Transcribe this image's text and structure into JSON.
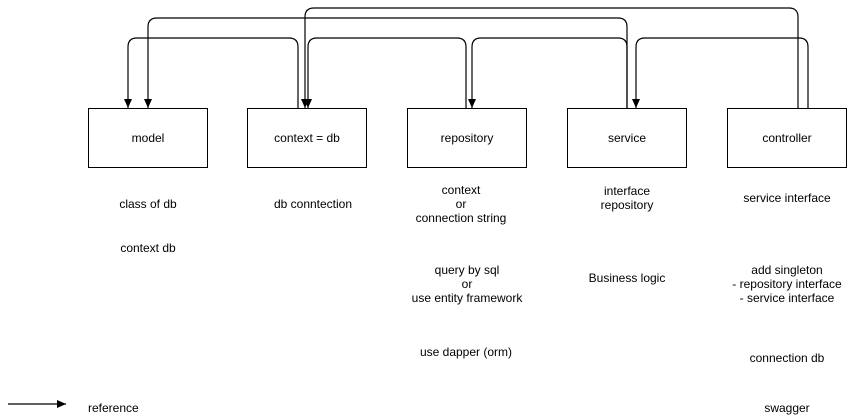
{
  "boxes": {
    "model": "model",
    "context": "context = db",
    "repository": "repository",
    "service": "service",
    "controller": "controller"
  },
  "notes": {
    "model": [
      "class of db",
      "context db"
    ],
    "context": [
      "db conntection"
    ],
    "repository": {
      "group1": [
        "context",
        "or",
        "connection string"
      ],
      "group2": [
        "query by sql",
        "or",
        "use entity framework"
      ],
      "group3": [
        "use dapper (orm)"
      ]
    },
    "service": {
      "group1": [
        "interface",
        "repository"
      ],
      "group2": [
        "Business logic"
      ]
    },
    "controller": {
      "group1": [
        "service interface"
      ],
      "group2": [
        "add singleton",
        "- repository interface",
        "- service interface"
      ],
      "group3": [
        "connection db"
      ],
      "group4": [
        "swagger"
      ]
    }
  },
  "legend": {
    "label": "reference"
  }
}
